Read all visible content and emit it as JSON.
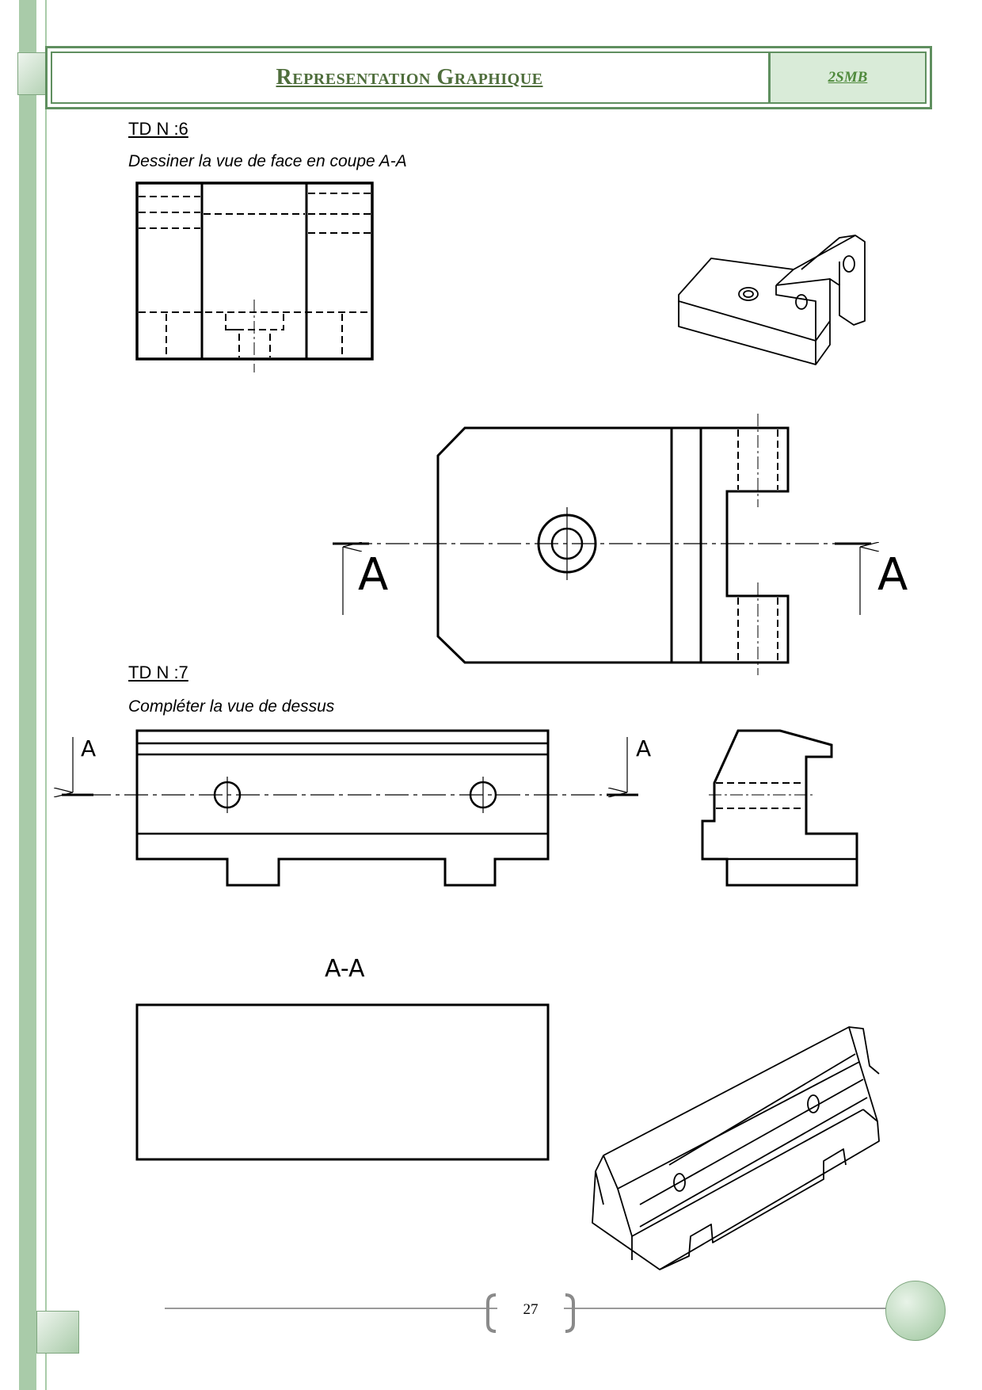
{
  "header": {
    "title": "Representation Graphique",
    "class_code": "2SMB"
  },
  "exercises": [
    {
      "title": "TD N :6",
      "instruction": "Dessiner la vue de face en coupe A-A",
      "section_label": "A"
    },
    {
      "title": "TD N :7",
      "instruction": "Compléter la vue de dessus",
      "section_label": "A",
      "section_view_title": "A-A"
    }
  ],
  "footer": {
    "page_number": "27"
  },
  "colors": {
    "accent_green": "#a9cba9",
    "title_green": "#4f6e3c",
    "header_border": "#5f8f5f"
  }
}
